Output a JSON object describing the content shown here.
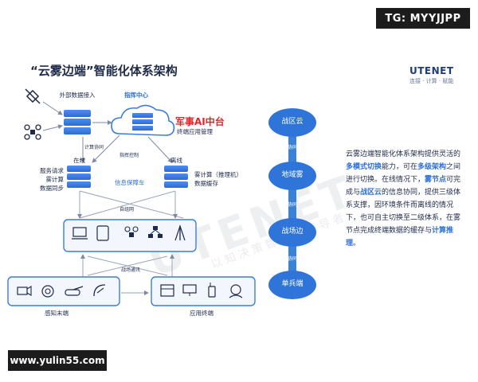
{
  "watermark_top": "TG: MYYJJPP",
  "watermark_bottom": "www.yulin55.com",
  "slide": {
    "title": "“云雾边端”智能化体系架构",
    "logo": {
      "name": "UTENET",
      "tagline": "连接 · 计算 · 赋能"
    },
    "watermark_text": "UTENET",
    "watermark_sub": "以知决策智能化领导者",
    "left_diagram": {
      "external_access": "外部数据接入",
      "command_center": "指挥中心",
      "red_title": "军事AI中台",
      "terminal_app_mgmt": "终端应用管理",
      "compute_coop": "计算协同",
      "command_control": "指挥控制",
      "online": "在线",
      "offline": "离线",
      "left_services": [
        "服务请求",
        "雾计算",
        "数据同步"
      ],
      "right_services": [
        "雾计算（推理机）",
        "数据缓存"
      ],
      "info_vehicle": "信息保障车",
      "ad_hoc": "自组网",
      "field_comm": "战场通讯",
      "sensing_end": "感知末端",
      "app_terminal": "应用终端"
    },
    "tiers": {
      "nodes": [
        "战区云",
        "地域雾",
        "战场边",
        "单兵端"
      ],
      "connectors": [
        "协同",
        "协同",
        "协同"
      ]
    },
    "paragraph": [
      {
        "text": "云雾边端智能化体系架构提供灵活的",
        "hl": false
      },
      {
        "text": "多模式切换",
        "hl": true
      },
      {
        "text": "能力，可在",
        "hl": false
      },
      {
        "text": "多级架构",
        "hl": true
      },
      {
        "text": "之间进行切换。在线情况下，",
        "hl": false
      },
      {
        "text": "雾节点",
        "hl": true
      },
      {
        "text": "可完成与",
        "hl": false
      },
      {
        "text": "战区云",
        "hl": true
      },
      {
        "text": "的信息协同，提供三级体系支撑，因环境条件而离线的情况下，也可自主切换至二级体系，在雾节点完成终端数据的缓存与",
        "hl": false
      },
      {
        "text": "计算推理",
        "hl": true
      },
      {
        "text": "。",
        "hl": false
      }
    ],
    "colors": {
      "accent": "#2d6fd6",
      "red": "#e0262a",
      "dark": "#1e2a4a",
      "tier": "#3b82d6"
    }
  }
}
